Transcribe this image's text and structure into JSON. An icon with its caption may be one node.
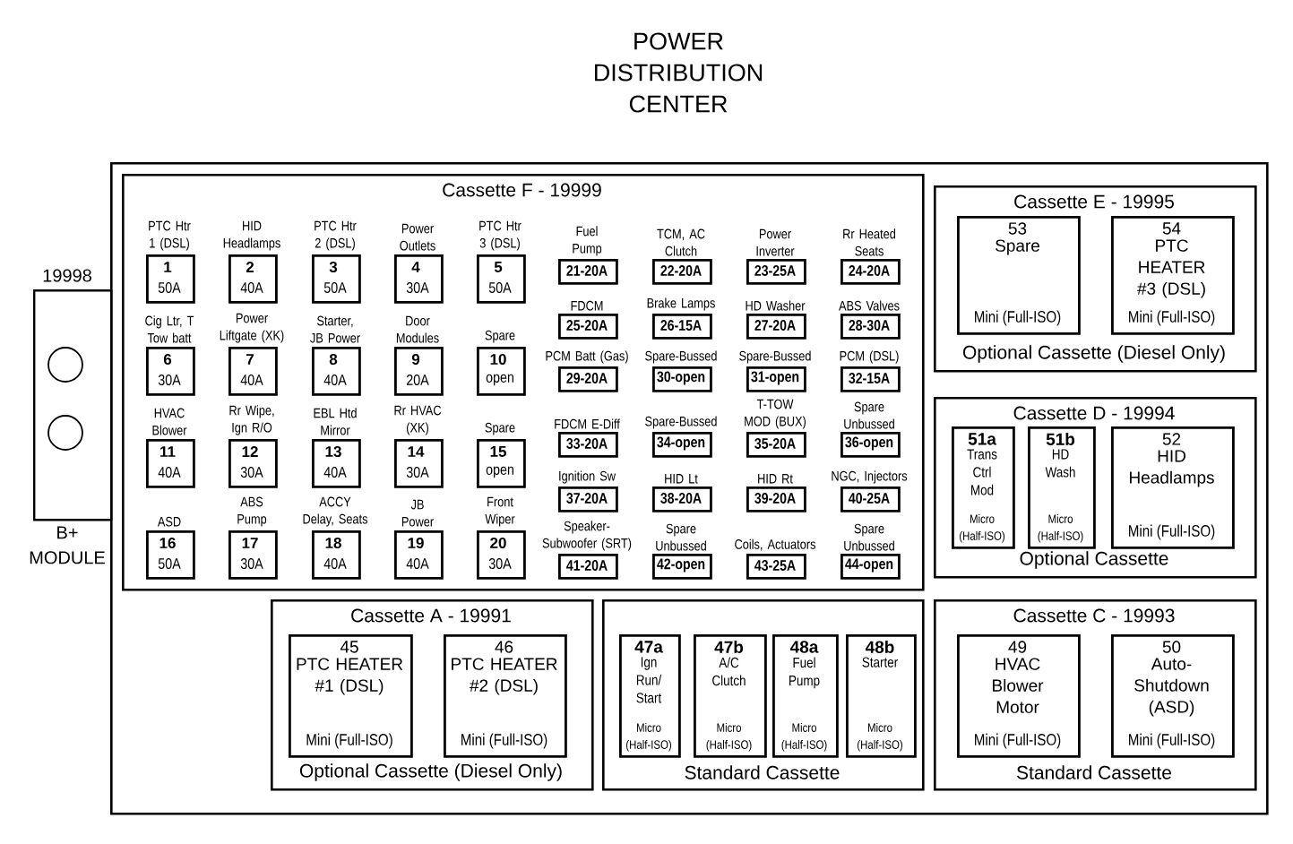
{
  "diagram": {
    "title": "POWER DISTRIBUTION CENTER",
    "nodes": [
      {
        "text": [],
        "shape": "box"
      },
      {
        "text": [
          "19998",
          "B+ MODULE"
        ]
      },
      {
        "text": [],
        "shape": "circle",
        "in": 1
      },
      {
        "text": [],
        "shape": "circle",
        "in": 1
      },
      {
        "text": [
          "Cassette F - 19999"
        ],
        "in": 0
      },
      {
        "text": [
          "1",
          "50A"
        ],
        "beside": [
          "PTC Htr 1 (DSL)"
        ],
        "in": 4
      },
      {
        "text": [
          "2",
          "40A"
        ],
        "beside": [
          "HID Headlamps"
        ],
        "in": 4
      },
      {
        "text": [
          "3",
          "50A"
        ],
        "beside": [
          "PTC Htr 2 (DSL)"
        ],
        "in": 4
      },
      {
        "text": [
          "4",
          "30A"
        ],
        "beside": [
          "Power Outlets"
        ],
        "in": 4
      },
      {
        "text": [
          "5",
          "50A"
        ],
        "beside": [
          "PTC Htr 3 (DSL)"
        ],
        "in": 4
      },
      {
        "text": [
          "6",
          "30A"
        ],
        "beside": [
          "Cig Ltr, T Tow batt"
        ],
        "in": 4
      },
      {
        "text": [
          "7",
          "40A"
        ],
        "beside": [
          "Power Liftgate (XK)"
        ],
        "in": 4
      },
      {
        "text": [
          "8",
          "40A"
        ],
        "beside": [
          "Starter, JB Power"
        ],
        "in": 4
      },
      {
        "text": [
          "9",
          "20A"
        ],
        "beside": [
          "Door Modules"
        ],
        "in": 4
      },
      {
        "text": [
          "10",
          "open"
        ],
        "beside": [
          "Spare"
        ],
        "in": 4
      },
      {
        "text": [
          "11",
          "40A"
        ],
        "beside": [
          "HVAC Blower"
        ],
        "in": 4
      },
      {
        "text": [
          "12",
          "30A"
        ],
        "beside": [
          "Rr Wipe, Ign R/O"
        ],
        "in": 4
      },
      {
        "text": [
          "13",
          "40A"
        ],
        "beside": [
          "EBL Htd Mirror"
        ],
        "in": 4
      },
      {
        "text": [
          "14",
          "30A"
        ],
        "beside": [
          "Rr HVAC (XK)"
        ],
        "in": 4
      },
      {
        "text": [
          "15",
          "open"
        ],
        "beside": [
          "Spare"
        ],
        "in": 4
      },
      {
        "text": [
          "16",
          "50A"
        ],
        "beside": [
          "ASD"
        ],
        "in": 4
      },
      {
        "text": [
          "17",
          "30A"
        ],
        "beside": [
          "ABS Pump"
        ],
        "in": 4
      },
      {
        "text": [
          "18",
          "40A"
        ],
        "beside": [
          "ACCY Delay, Seats"
        ],
        "in": 4
      },
      {
        "text": [
          "19",
          "40A"
        ],
        "beside": [
          "JB Power"
        ],
        "in": 4
      },
      {
        "text": [
          "20",
          "30A"
        ],
        "beside": [
          "Front Wiper"
        ],
        "in": 4
      },
      {
        "text": [
          "21-20A"
        ],
        "beside": [
          "Fuel Pump"
        ],
        "in": 4
      },
      {
        "text": [
          "22-20A"
        ],
        "beside": [
          "TCM, AC Clutch"
        ],
        "in": 4
      },
      {
        "text": [
          "23-25A"
        ],
        "beside": [
          "Power Inverter"
        ],
        "in": 4
      },
      {
        "text": [
          "24-20A"
        ],
        "beside": [
          "Rr Heated Seats"
        ],
        "in": 4
      },
      {
        "text": [
          "25-20A"
        ],
        "beside": [
          "FDCM"
        ],
        "in": 4
      },
      {
        "text": [
          "26-15A"
        ],
        "beside": [
          "Brake Lamps"
        ],
        "in": 4
      },
      {
        "text": [
          "27-20A"
        ],
        "beside": [
          "HD Washer"
        ],
        "in": 4
      },
      {
        "text": [
          "28-30A"
        ],
        "beside": [
          "ABS Valves"
        ],
        "in": 4
      },
      {
        "text": [
          "29-20A"
        ],
        "beside": [
          "PCM Batt (Gas)"
        ],
        "in": 4
      },
      {
        "text": [
          "30-open"
        ],
        "beside": [
          "Spare-Bussed"
        ],
        "in": 4
      },
      {
        "text": [
          "31-open"
        ],
        "beside": [
          "Spare-Bussed"
        ],
        "in": 4
      },
      {
        "text": [
          "32-15A"
        ],
        "beside": [
          "PCM (DSL)"
        ],
        "in": 4
      },
      {
        "text": [
          "33-20A"
        ],
        "beside": [
          "FDCM E-Diff"
        ],
        "in": 4
      },
      {
        "text": [
          "34-open"
        ],
        "beside": [
          "Spare-Bussed"
        ],
        "in": 4
      },
      {
        "text": [
          "35-20A"
        ],
        "beside": [
          "T-TOW MOD (BUX)"
        ],
        "in": 4
      },
      {
        "text": [
          "36-open"
        ],
        "beside": [
          "Spare Unbussed"
        ],
        "in": 4
      },
      {
        "text": [
          "37-20A"
        ],
        "beside": [
          "Ignition Sw"
        ],
        "in": 4
      },
      {
        "text": [
          "38-20A"
        ],
        "beside": [
          "HID Lt"
        ],
        "in": 4
      },
      {
        "text": [
          "39-20A"
        ],
        "beside": [
          "HID Rt"
        ],
        "in": 4
      },
      {
        "text": [
          "40-25A"
        ],
        "beside": [
          "NGC, Injectors"
        ],
        "in": 4
      },
      {
        "text": [
          "41-20A"
        ],
        "beside": [
          "Speaker-Subwoofer (SRT)"
        ],
        "in": 4
      },
      {
        "text": [
          "42-open"
        ],
        "beside": [
          "Spare Unbussed"
        ],
        "in": 4
      },
      {
        "text": [
          "43-25A"
        ],
        "beside": [
          "Coils, Actuators"
        ],
        "in": 4
      },
      {
        "text": [
          "44-open"
        ],
        "beside": [
          "Spare Unbussed"
        ],
        "in": 4
      },
      {
        "text": [
          "Cassette E - 19995",
          "Optional Cassette (Diesel Only)"
        ],
        "in": 0
      },
      {
        "text": [
          "53",
          "Spare",
          "Mini (Full-ISO)"
        ],
        "in": 49
      },
      {
        "text": [
          "54",
          "PTC HEATER #3 (DSL)",
          "Mini (Full-ISO)"
        ],
        "in": 49
      },
      {
        "text": [
          "Cassette D - 19994",
          "Optional Cassette"
        ],
        "in": 0
      },
      {
        "text": [
          "51a",
          "Trans Ctrl Mod",
          "Micro (Half-ISO)"
        ],
        "in": 52
      },
      {
        "text": [
          "51b",
          "HD Wash",
          "Micro (Half-ISO)"
        ],
        "in": 52
      },
      {
        "text": [
          "52",
          "HID Headlamps",
          "Mini (Full-ISO)"
        ],
        "in": 52
      },
      {
        "text": [
          "Cassette A - 19991",
          "Optional Cassette (Diesel Only)"
        ],
        "in": 0
      },
      {
        "text": [
          "45",
          "PTC HEATER #1 (DSL)",
          "Mini (Full-ISO)"
        ],
        "in": 56
      },
      {
        "text": [
          "46",
          "PTC HEATER #2 (DSL)",
          "Mini (Full-ISO)"
        ],
        "in": 56
      },
      {
        "text": [
          "Standard Cassette"
        ],
        "in": 0
      },
      {
        "text": [
          "47a",
          "Ign Run/ Start",
          "Micro (Half-ISO)"
        ],
        "in": 59
      },
      {
        "text": [
          "47b",
          "A/C Clutch",
          "Micro (Half-ISO)"
        ],
        "in": 59
      },
      {
        "text": [
          "48a",
          "Fuel Pump",
          "Micro (Half-ISO)"
        ],
        "in": 59
      },
      {
        "text": [
          "48b",
          "Starter",
          "Micro (Half-ISO)"
        ],
        "in": 59
      },
      {
        "text": [
          "Cassette C - 19993",
          "Standard Cassette"
        ],
        "in": 0
      },
      {
        "text": [
          "49",
          "HVAC Blower Motor",
          "Mini (Full-ISO)"
        ],
        "in": 64
      },
      {
        "text": [
          "50",
          "Auto-Shutdown (ASD)",
          "Mini (Full-ISO)"
        ],
        "in": 64
      }
    ]
  }
}
